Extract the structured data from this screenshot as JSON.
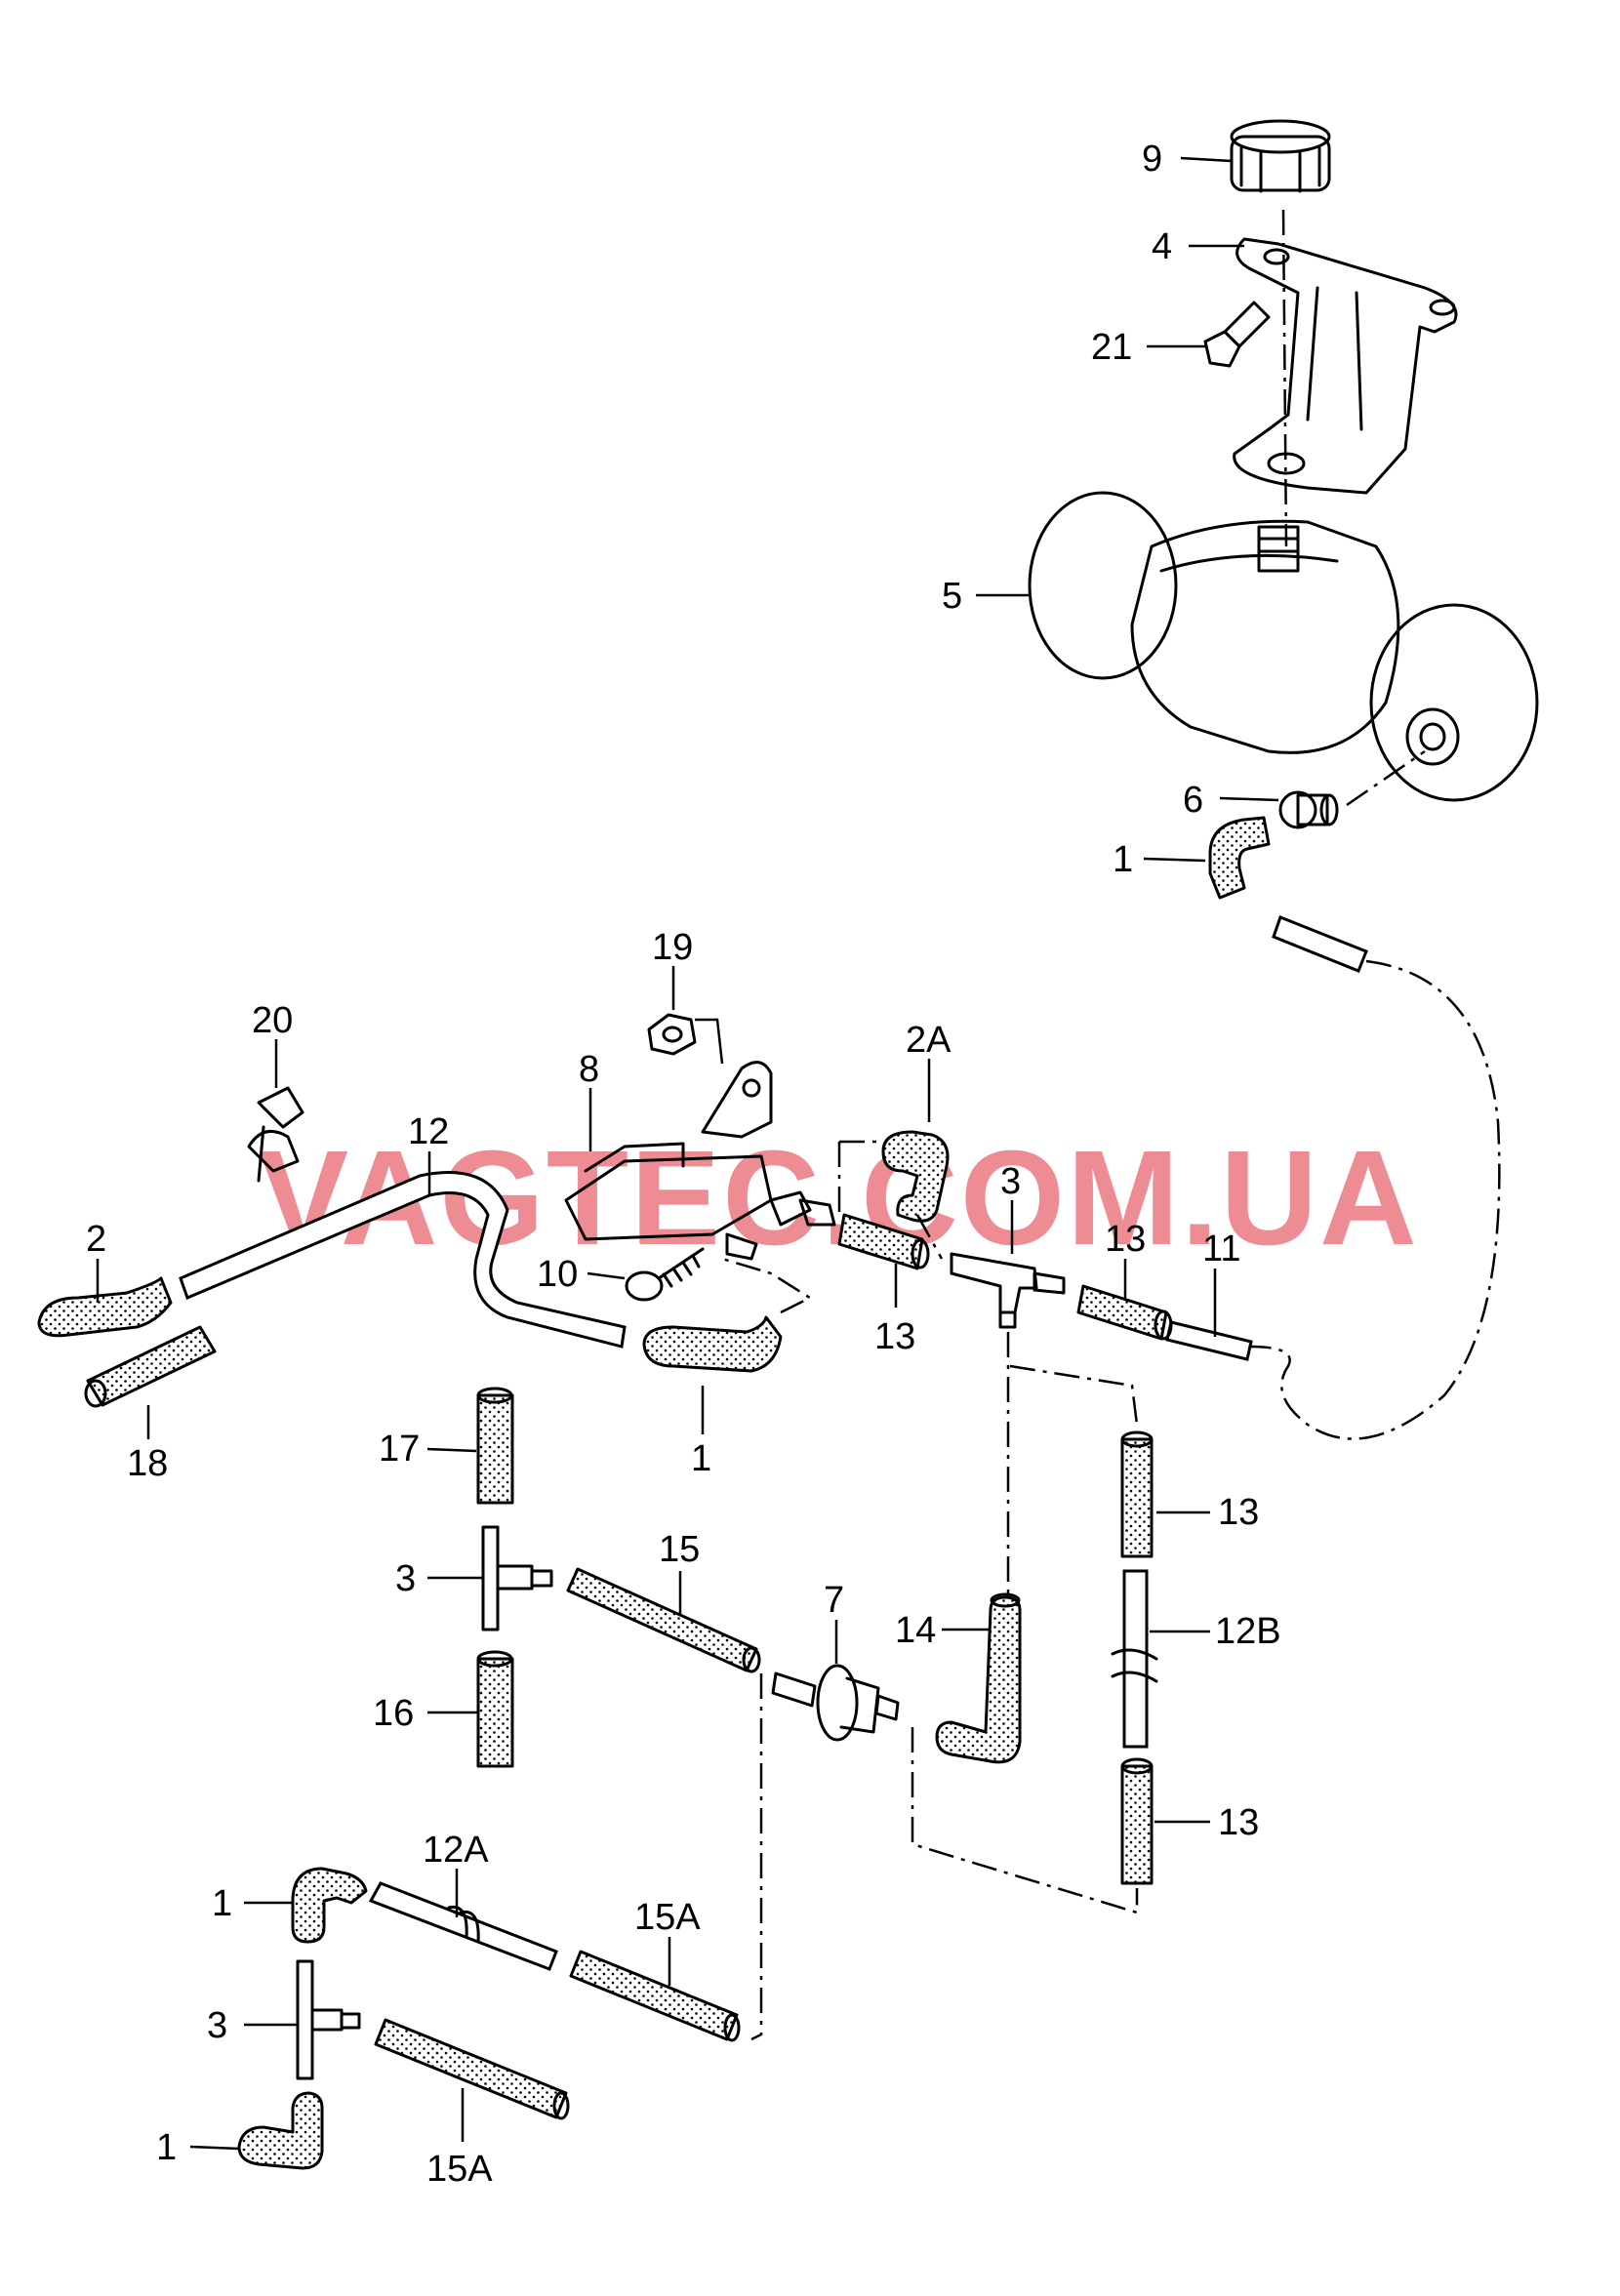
{
  "watermark": "VAGTEC.COM.UA",
  "callouts": {
    "c9": "9",
    "c4": "4",
    "c21": "21",
    "c5": "5",
    "c6": "6",
    "c1_top": "1",
    "c19": "19",
    "c20": "20",
    "c12": "12",
    "c8": "8",
    "c2A": "2A",
    "c3_top": "3",
    "c2": "2",
    "c10": "10",
    "c13_a": "13",
    "c13_b": "13",
    "c11": "11",
    "c18": "18",
    "c1_mid": "1",
    "c17": "17",
    "c13_c": "13",
    "c3_mid": "3",
    "c15": "15",
    "c7": "7",
    "c14": "14",
    "c12B": "12B",
    "c16": "16",
    "c13_d": "13",
    "c12A": "12A",
    "c1_low": "1",
    "c15A_a": "15A",
    "c3_low": "3",
    "c1_bottom": "1",
    "c15A_b": "15A"
  },
  "colors": {
    "watermark": "#e8606a",
    "line": "#000000",
    "background": "#ffffff"
  }
}
